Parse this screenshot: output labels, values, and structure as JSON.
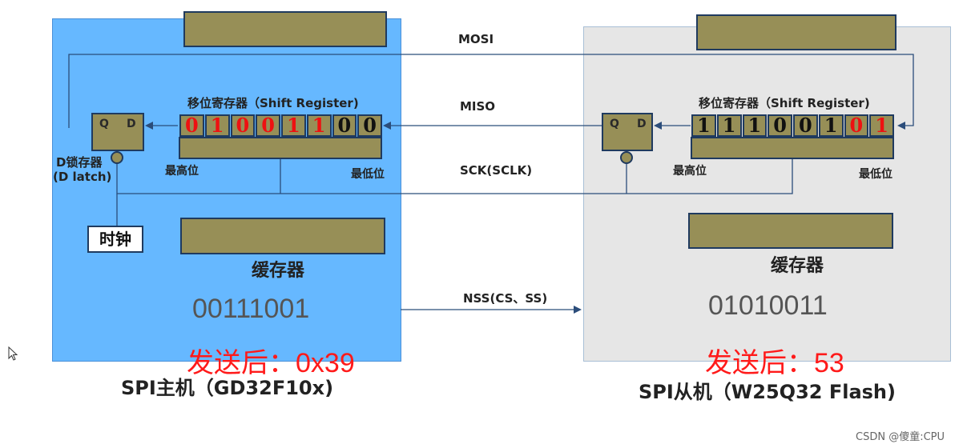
{
  "signals": {
    "mosi": "MOSI",
    "miso": "MISO",
    "sck": "SCK(SCLK)",
    "nss": "NSS(CS、SS)"
  },
  "master": {
    "title": "SPI主机（GD32F10x)",
    "shift_register_label": "移位寄存器（Shift Register)",
    "bits": [
      "0",
      "1",
      "0",
      "0",
      "1",
      "1",
      "0",
      "0"
    ],
    "bit_red": [
      true,
      true,
      true,
      true,
      true,
      true,
      false,
      false
    ],
    "msb_label": "最高位",
    "lsb_label": "最低位",
    "latch_q": "Q",
    "latch_d": "D",
    "latch_label_1": "D锁存器",
    "latch_label_2": "(D latch)",
    "clock_label": "时钟",
    "buffer_label": "缓存器",
    "buffer_value": "00111001",
    "after_send": "发送后：0x39"
  },
  "slave": {
    "title": "SPI从机（W25Q32 Flash)",
    "shift_register_label": "移位寄存器（Shift Register)",
    "bits": [
      "1",
      "1",
      "1",
      "0",
      "0",
      "1",
      "0",
      "1"
    ],
    "bit_red": [
      false,
      false,
      false,
      false,
      false,
      false,
      true,
      true
    ],
    "msb_label": "最高位",
    "lsb_label": "最低位",
    "latch_q": "Q",
    "latch_d": "D",
    "buffer_label": "缓存器",
    "buffer_value": "01010011",
    "after_send": "发送后：53"
  },
  "watermark": "CSDN @傻童:CPU",
  "colors": {
    "master_bg": "#66b8ff",
    "slave_bg": "#e6e6e6",
    "register_fill": "#978f57",
    "border_navy": "#1f3a5f",
    "bit_red": "#ee1111",
    "highlight_red": "#ff1a1a"
  }
}
